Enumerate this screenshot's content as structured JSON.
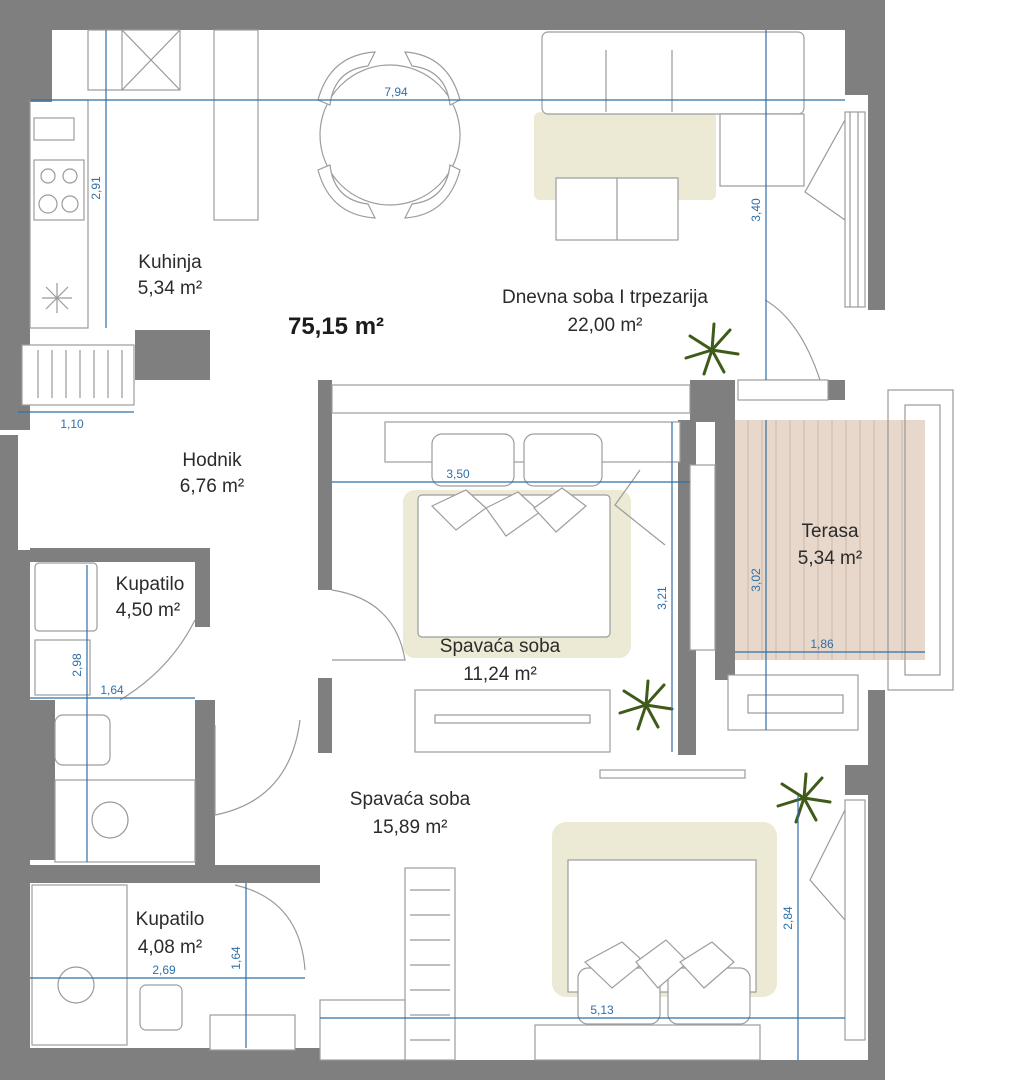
{
  "total_area": "75,15 m²",
  "rooms": {
    "kitchen": {
      "name": "Kuhinja",
      "area": "5,34 m²"
    },
    "living": {
      "name": "Dnevna soba I trpezarija",
      "area": "22,00 m²"
    },
    "hallway": {
      "name": "Hodnik",
      "area": "6,76 m²"
    },
    "bath1": {
      "name": "Kupatilo",
      "area": "4,50 m²"
    },
    "bedroom1": {
      "name": "Spavaća soba",
      "area": "11,24 m²"
    },
    "terrace": {
      "name": "Terasa",
      "area": "5,34 m²"
    },
    "bedroom2": {
      "name": "Spavaća soba",
      "area": "15,89 m²"
    },
    "bath2": {
      "name": "Kupatilo",
      "area": "4,08 m²"
    }
  },
  "dimensions": {
    "living_width": "7,94",
    "kitchen_height": "2,91",
    "living_height": "3,40",
    "closet_width": "1,10",
    "bedroom1_width": "3,50",
    "bedroom1_height": "3,21",
    "terrace_height": "3,02",
    "terrace_width": "1,86",
    "bath1_height": "2,98",
    "bath1_width": "1,64",
    "bath2_width": "2,69",
    "bath2_height": "1,64",
    "bedroom2_width": "5,13",
    "bedroom2_height": "2,84"
  },
  "colors": {
    "wall": "#7f7f7f",
    "dimension": "#2f6fa8",
    "rug": "#ece9d4",
    "terrace_floor": "#e8d8cc"
  }
}
